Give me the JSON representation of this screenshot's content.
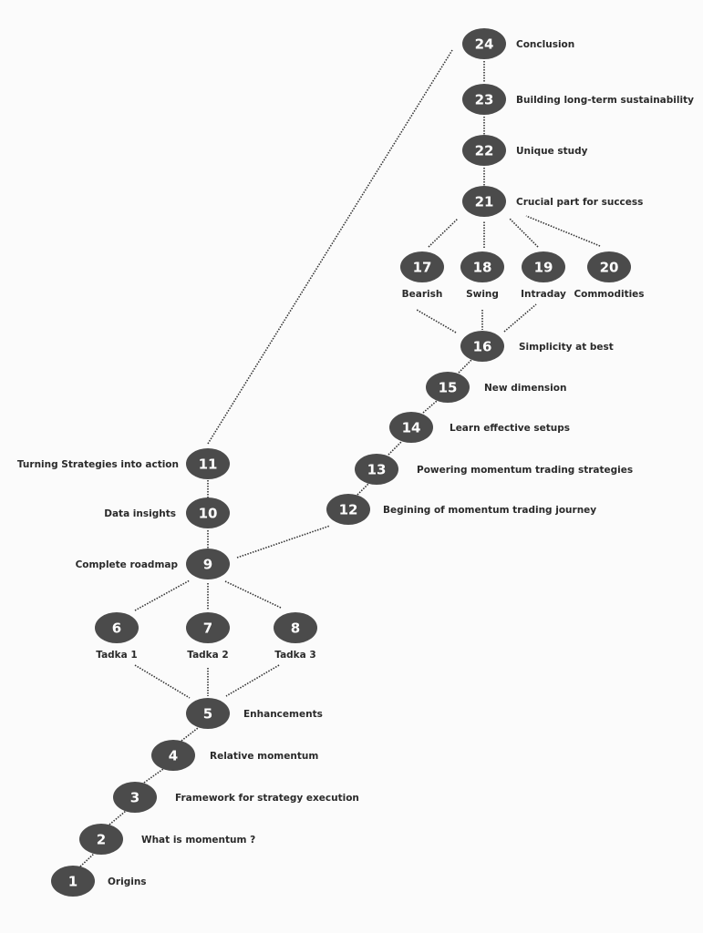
{
  "nodes": [
    {
      "id": "1",
      "label": "Origins"
    },
    {
      "id": "2",
      "label": "What is momentum ?"
    },
    {
      "id": "3",
      "label": "Framework for strategy execution"
    },
    {
      "id": "4",
      "label": "Relative momentum"
    },
    {
      "id": "5",
      "label": "Enhancements"
    },
    {
      "id": "6",
      "label": "Tadka 1"
    },
    {
      "id": "7",
      "label": "Tadka 2"
    },
    {
      "id": "8",
      "label": "Tadka 3"
    },
    {
      "id": "9",
      "label": "Complete roadmap"
    },
    {
      "id": "10",
      "label": "Data insights"
    },
    {
      "id": "11",
      "label": "Turning Strategies into action"
    },
    {
      "id": "12",
      "label": "Begining of momentum trading journey"
    },
    {
      "id": "13",
      "label": "Powering momentum trading strategies"
    },
    {
      "id": "14",
      "label": "Learn effective setups"
    },
    {
      "id": "15",
      "label": "New dimension"
    },
    {
      "id": "16",
      "label": "Simplicity at best"
    },
    {
      "id": "17",
      "label": "Bearish"
    },
    {
      "id": "18",
      "label": "Swing"
    },
    {
      "id": "19",
      "label": "Intraday"
    },
    {
      "id": "20",
      "label": "Commodities"
    },
    {
      "id": "21",
      "label": "Crucial part for success"
    },
    {
      "id": "22",
      "label": "Unique study"
    },
    {
      "id": "23",
      "label": "Building long-term sustainability"
    },
    {
      "id": "24",
      "label": "Conclusion"
    }
  ],
  "edges": [
    [
      "1",
      "2"
    ],
    [
      "2",
      "3"
    ],
    [
      "3",
      "4"
    ],
    [
      "4",
      "5"
    ],
    [
      "5",
      "6"
    ],
    [
      "5",
      "7"
    ],
    [
      "5",
      "8"
    ],
    [
      "6",
      "9"
    ],
    [
      "7",
      "9"
    ],
    [
      "8",
      "9"
    ],
    [
      "9",
      "10"
    ],
    [
      "10",
      "11"
    ],
    [
      "11",
      "24"
    ],
    [
      "9",
      "12"
    ],
    [
      "12",
      "13"
    ],
    [
      "13",
      "14"
    ],
    [
      "14",
      "15"
    ],
    [
      "15",
      "16"
    ],
    [
      "16",
      "17"
    ],
    [
      "16",
      "18"
    ],
    [
      "16",
      "19"
    ],
    [
      "17",
      "21"
    ],
    [
      "18",
      "21"
    ],
    [
      "19",
      "21"
    ],
    [
      "20",
      "21"
    ],
    [
      "21",
      "22"
    ],
    [
      "22",
      "23"
    ],
    [
      "23",
      "24"
    ]
  ]
}
